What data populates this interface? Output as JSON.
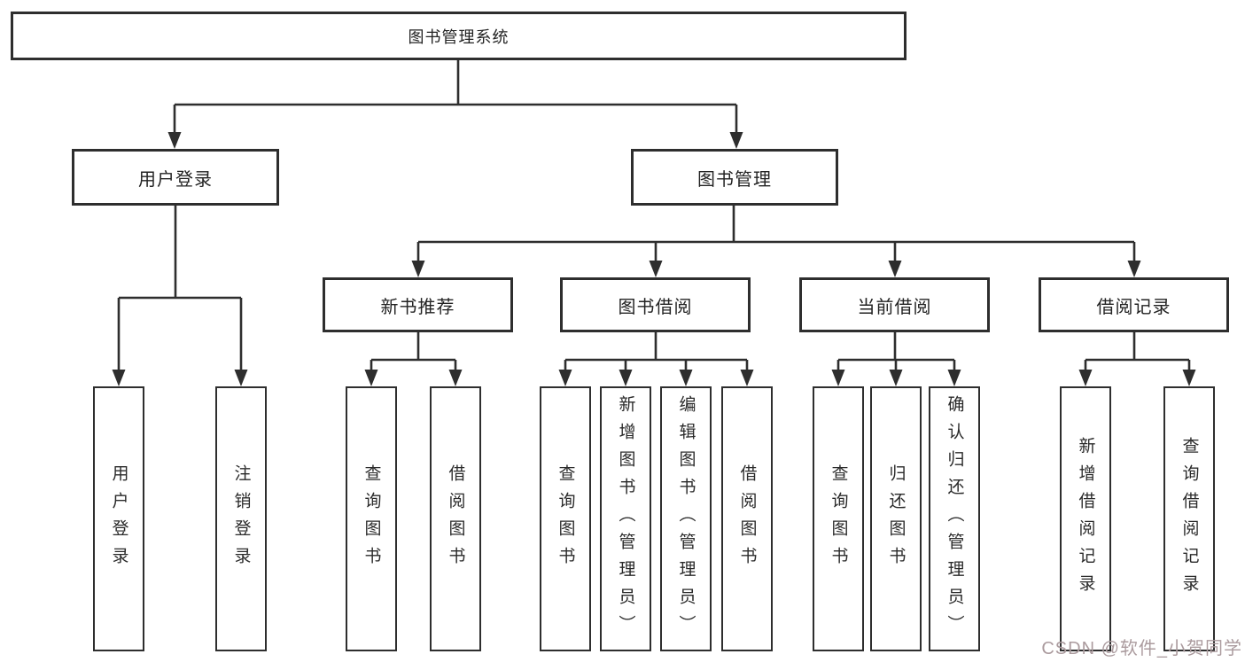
{
  "diagram_title": "图书管理系统",
  "colors": {
    "line": "#2e2e2e",
    "box_border": "#2e2e2e",
    "text": "#232323",
    "watermark": "#ab9b9e",
    "background": "#ffffff"
  },
  "tree": {
    "root": {
      "label": "图书管理系统",
      "children": [
        {
          "label": "用户登录",
          "children": [
            {
              "label": "用户登录"
            },
            {
              "label": "注销登录"
            }
          ]
        },
        {
          "label": "图书管理",
          "children": [
            {
              "label": "新书推荐",
              "children": [
                {
                  "label": "查询图书"
                },
                {
                  "label": "借阅图书"
                }
              ]
            },
            {
              "label": "图书借阅",
              "children": [
                {
                  "label": "查询图书"
                },
                {
                  "label": "新增图书（管理员）"
                },
                {
                  "label": "编辑图书（管理员）"
                },
                {
                  "label": "借阅图书"
                }
              ]
            },
            {
              "label": "当前借阅",
              "children": [
                {
                  "label": "查询图书"
                },
                {
                  "label": "归还图书"
                },
                {
                  "label": "确认归还（管理员）"
                }
              ]
            },
            {
              "label": "借阅记录",
              "children": [
                {
                  "label": "新增借阅记录"
                },
                {
                  "label": "查询借阅记录"
                }
              ]
            }
          ]
        }
      ]
    }
  },
  "watermark": {
    "text": "CSDN @软件_小贺同学"
  }
}
